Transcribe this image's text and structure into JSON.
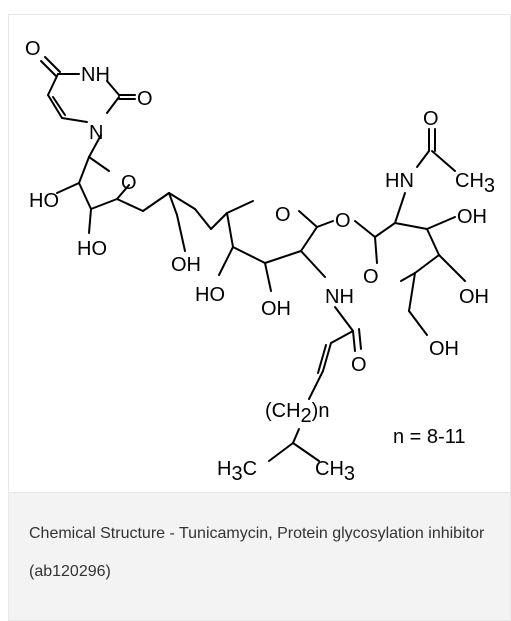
{
  "figure": {
    "labels": {
      "o_top": "O",
      "nh_ring": "NH",
      "o_ring2": "O",
      "n_ring": "N",
      "o_furanose": "O",
      "ho_left": "HO",
      "ho_bottom": "HO",
      "oh_mid": "OH",
      "o_pyranose1": "O",
      "o_glycosidic": "O",
      "ho_pyr1": "HO",
      "oh_pyr1": "OH",
      "nh_amide": "NH",
      "o_amide": "O",
      "o_acetyl": "O",
      "hn_acetyl": "HN",
      "ch_acetyl": "CH",
      "ch_acetyl_sub": "3",
      "oh_pyr2_a": "OH",
      "o_pyranose2": "O",
      "oh_pyr2_b": "OH",
      "oh_pyr2_c": "OH",
      "ch2_open": "(CH",
      "ch2_sub": "2",
      "ch2_close": ")n",
      "h3c_h": "H",
      "h3c_sub": "3",
      "h3c_c": "C",
      "ch3_end": "CH",
      "ch3_end_sub": "3",
      "n_range": "n = 8-11"
    }
  },
  "caption": {
    "text": "Chemical Structure - Tunicamycin, Protein glycosylation inhibitor (ab120296)"
  }
}
